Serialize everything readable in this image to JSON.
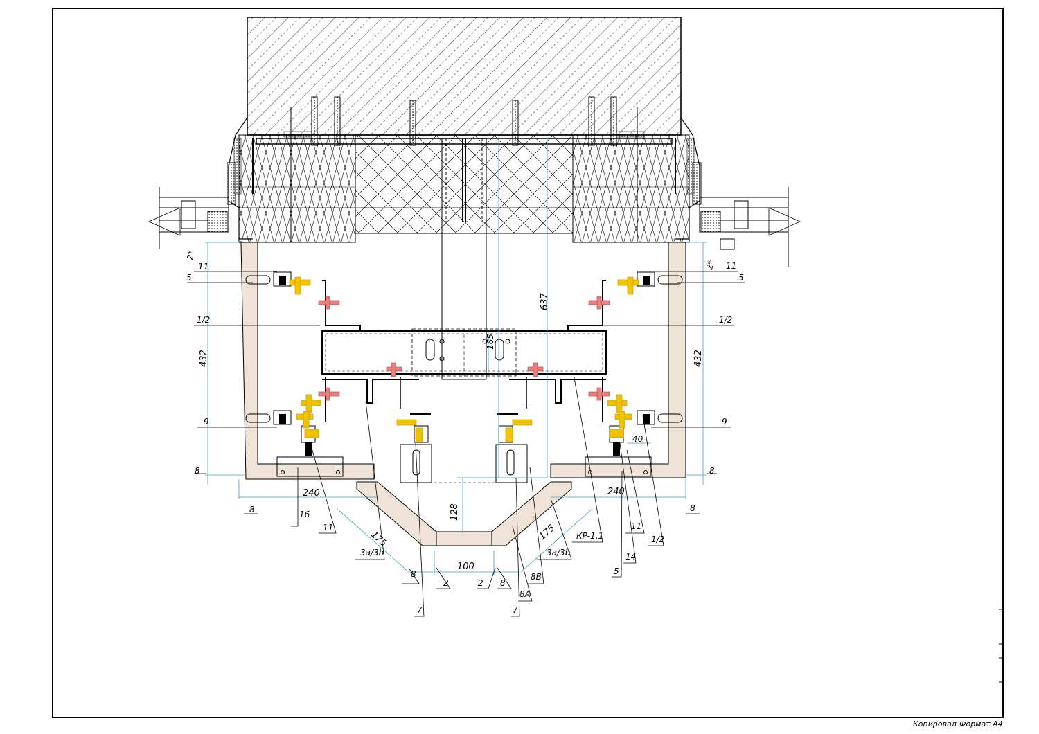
{
  "sheet": {
    "footer_copied": "Копировал",
    "footer_format": "Формат А4"
  },
  "dimensions": {
    "d637": "637",
    "d165": "165",
    "d432_left": "432",
    "d432_right": "432",
    "d240_left": "240",
    "d240_right": "240",
    "d8_left_a": "8",
    "d8_left_b": "8",
    "d8_right_a": "8",
    "d8_right_b": "8",
    "d128": "128",
    "d175_left": "175",
    "d175_right": "175",
    "d100": "100",
    "d2_left": "2",
    "d2_right": "2",
    "d8_bot_left": "8",
    "d8_bot_right": "8",
    "d40": "40",
    "d2star_left": "2*",
    "d2star_right": "2*"
  },
  "callouts": {
    "c11_left": "11",
    "c5_left": "5",
    "c12_left": "1/2",
    "c9_left": "9",
    "c11_right": "11",
    "c5_right": "5",
    "c12_right": "1/2",
    "c9_right": "9",
    "c16": "16",
    "c11_bot_left": "11",
    "c3a_left": "3a/3b",
    "c7_left": "7",
    "c7_right": "7",
    "c8A": "8A",
    "c8B": "8B",
    "c3a_right": "3a/3b",
    "cKP": "КР-1.1",
    "c5_bot": "5",
    "c14": "14",
    "c11_bot_right": "11",
    "c12_bot_right": "1/2"
  },
  "colors": {
    "line": "#000000",
    "dimension": "#3aa0c8",
    "fastener": "#f2c200",
    "anchor": "#e05050",
    "cladding": "#efe2d6"
  }
}
